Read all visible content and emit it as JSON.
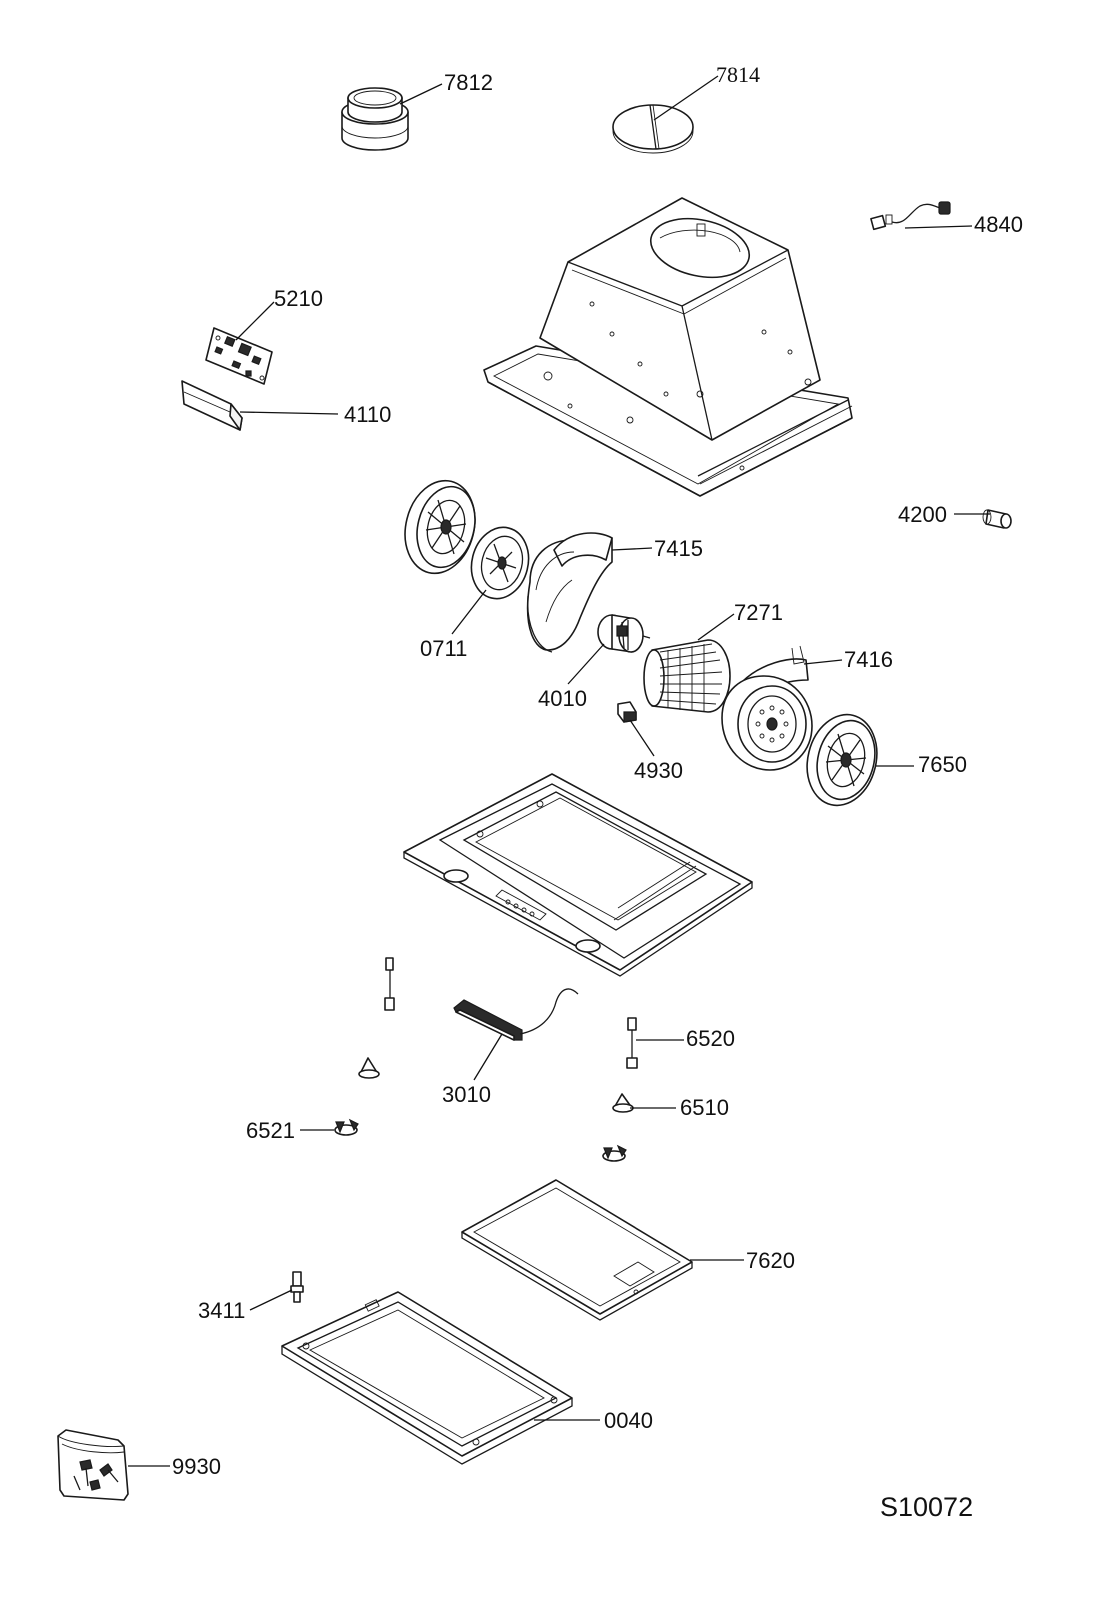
{
  "drawing_code": "S10072",
  "parts": [
    {
      "id": "p7812",
      "label": "7812"
    },
    {
      "id": "p7814",
      "label": "7814"
    },
    {
      "id": "p4840",
      "label": "4840"
    },
    {
      "id": "p5210",
      "label": "5210"
    },
    {
      "id": "p4110",
      "label": "4110"
    },
    {
      "id": "p4200",
      "label": "4200"
    },
    {
      "id": "p7415",
      "label": "7415"
    },
    {
      "id": "p0711",
      "label": "0711"
    },
    {
      "id": "p7271",
      "label": "7271"
    },
    {
      "id": "p7416",
      "label": "7416"
    },
    {
      "id": "p4010",
      "label": "4010"
    },
    {
      "id": "p4930",
      "label": "4930"
    },
    {
      "id": "p7650",
      "label": "7650"
    },
    {
      "id": "p6520",
      "label": "6520"
    },
    {
      "id": "p3010",
      "label": "3010"
    },
    {
      "id": "p6510",
      "label": "6510"
    },
    {
      "id": "p6521",
      "label": "6521"
    },
    {
      "id": "p7620",
      "label": "7620"
    },
    {
      "id": "p3411",
      "label": "3411"
    },
    {
      "id": "p0040",
      "label": "0040"
    },
    {
      "id": "p9930",
      "label": "9930"
    }
  ]
}
